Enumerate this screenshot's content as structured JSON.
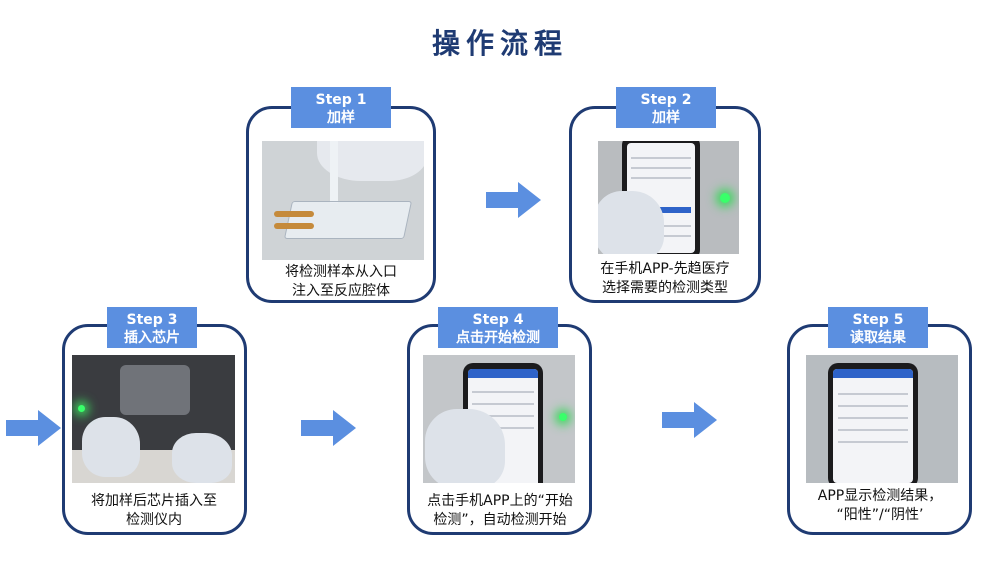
{
  "title": "操作流程",
  "colors": {
    "title": "#1f3b73",
    "badge": "#5b8fe0",
    "border": "#1f3b73",
    "arrow": "#5b8fe0"
  },
  "steps": [
    {
      "step": "Step 1",
      "name": "加样",
      "caption_line1": "将检测样本从入口",
      "caption_line2": "注入至反应腔体"
    },
    {
      "step": "Step 2",
      "name": "加样",
      "caption_line1": "在手机APP-先趋医疗",
      "caption_line2": "选择需要的检测类型"
    },
    {
      "step": "Step 3",
      "name": "插入芯片",
      "caption_line1": "将加样后芯片插入至",
      "caption_line2": "检测仪内"
    },
    {
      "step": "Step 4",
      "name": "点击开始检测",
      "caption_line1": "点击手机APP上的“开始",
      "caption_line2": "检测”，自动检测开始"
    },
    {
      "step": "Step 5",
      "name": "读取结果",
      "caption_line1": "APP显示检测结果，",
      "caption_line2": "“阳性”/“阴性’"
    }
  ],
  "arrow_icon": "right-arrow-icon"
}
